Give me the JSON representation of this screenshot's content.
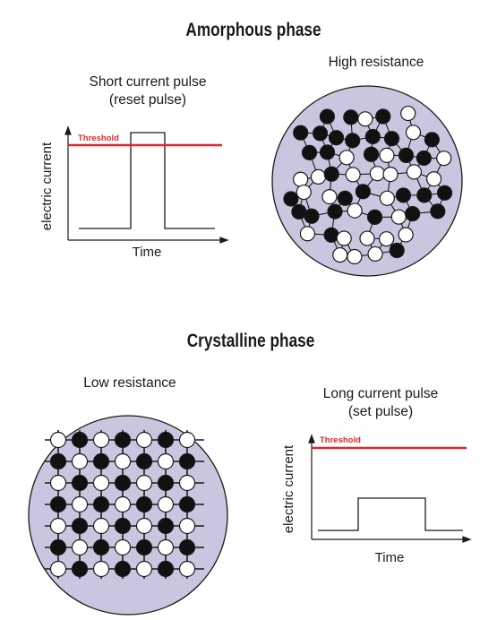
{
  "amorphous": {
    "title": "Amorphous phase",
    "pulse_label_line1": "Short  current pulse",
    "pulse_label_line2": "(reset pulse)",
    "state_label": "High resistance",
    "graph": {
      "ylabel": "electric current",
      "xlabel": "Time",
      "threshold_label": "Threshold"
    }
  },
  "crystalline": {
    "title": "Crystalline phase",
    "state_label": "Low resistance",
    "pulse_label_line1": "Long current pulse",
    "pulse_label_line2": "(set pulse)",
    "graph": {
      "ylabel": "electric current",
      "xlabel": "Time",
      "threshold_label": "Threshold"
    }
  },
  "colors": {
    "disk_fill": "#c9c6e0",
    "threshold": "#e0262c",
    "atom_dark": "#111111",
    "atom_light": "#ffffff"
  }
}
